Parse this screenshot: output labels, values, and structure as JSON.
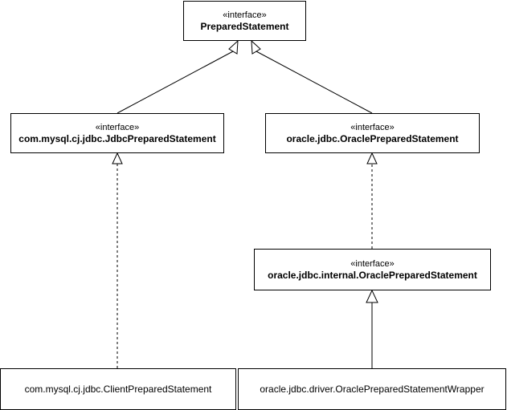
{
  "boxes": {
    "prepared_statement": {
      "stereotype": "«interface»",
      "name": "PreparedStatement"
    },
    "jdbc_prepared_statement": {
      "stereotype": "«interface»",
      "name": "com.mysql.cj.jdbc.JdbcPreparedStatement"
    },
    "oracle_prepared_statement": {
      "stereotype": "«interface»",
      "name": "oracle.jdbc.OraclePreparedStatement"
    },
    "oracle_internal_prepared_statement": {
      "stereotype": "«interface»",
      "name": "oracle.jdbc.internal.OraclePreparedStatement"
    },
    "client_prepared_statement": {
      "name": "com.mysql.cj.jdbc.ClientPreparedStatement"
    },
    "oracle_prepared_statement_wrapper": {
      "name": "oracle.jdbc.driver.OraclePreparedStatementWrapper"
    }
  },
  "relations": [
    {
      "from": "JdbcPreparedStatement",
      "to": "PreparedStatement",
      "kind": "generalization"
    },
    {
      "from": "OraclePreparedStatement",
      "to": "PreparedStatement",
      "kind": "generalization"
    },
    {
      "from": "ClientPreparedStatement",
      "to": "JdbcPreparedStatement",
      "kind": "realization"
    },
    {
      "from": "internal.OraclePreparedStatement",
      "to": "OraclePreparedStatement",
      "kind": "realization"
    },
    {
      "from": "OraclePreparedStatementWrapper",
      "to": "internal.OraclePreparedStatement",
      "kind": "generalization"
    }
  ],
  "colors": {
    "line": "#000000",
    "box_fill": "#ffffff",
    "background": "#ffffff"
  }
}
